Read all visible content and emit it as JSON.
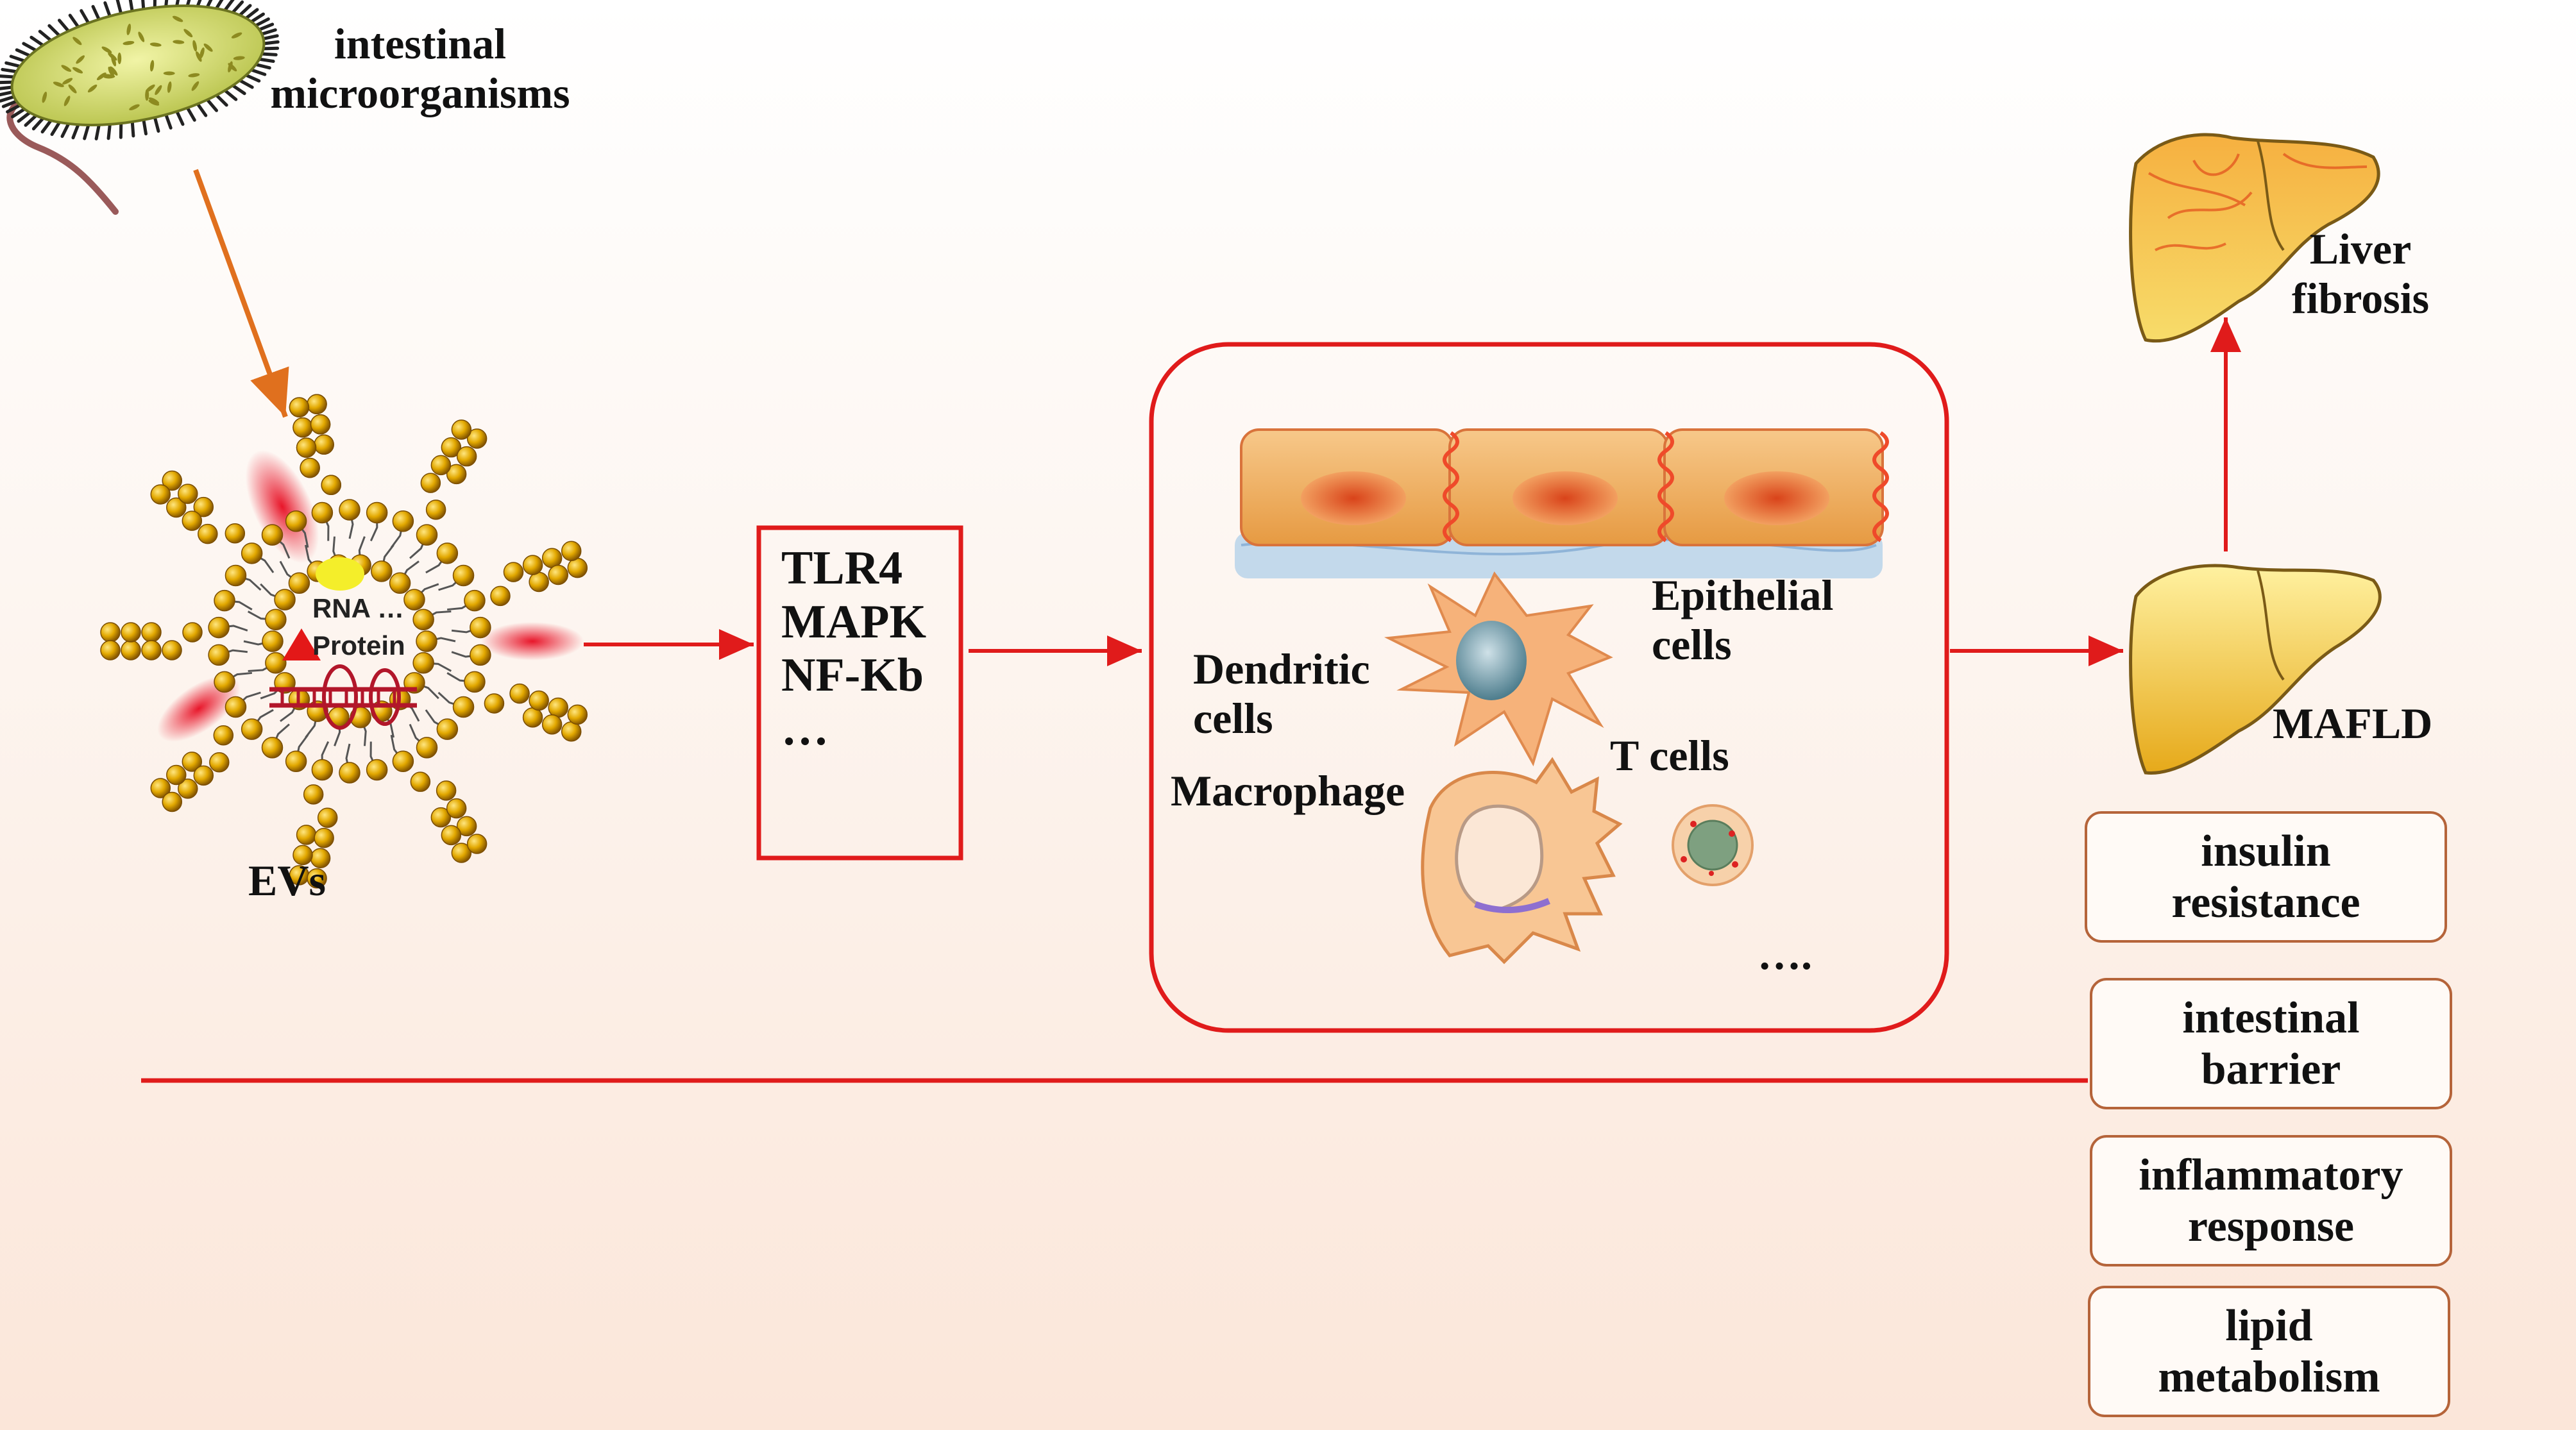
{
  "source": {
    "label_lines": [
      "intestinal",
      "microorganisms"
    ]
  },
  "ev": {
    "label": "EVs",
    "cargo_lines": [
      "RNA …",
      "Protein"
    ]
  },
  "pathways": {
    "lines": [
      "TLR4",
      "MAPK",
      "NF-Kb",
      "…"
    ]
  },
  "cells": {
    "epithelial_lines": [
      "Epithelial",
      "cells"
    ],
    "dendritic_lines": [
      "Dendritic",
      "cells"
    ],
    "macrophage": "Macrophage",
    "t_cells": "T cells",
    "more": "…."
  },
  "outcomes": {
    "mafld": "MAFLD",
    "fibrosis_lines": [
      "Liver",
      "fibrosis"
    ]
  },
  "effects": [
    {
      "lines": [
        "insulin",
        "resistance"
      ]
    },
    {
      "lines": [
        "intestinal",
        "barrier"
      ]
    },
    {
      "lines": [
        "inflammatory",
        "response"
      ]
    },
    {
      "lines": [
        "lipid",
        "metabolism"
      ]
    }
  ],
  "colors": {
    "arrow": "#e01b1b",
    "bead": "#e2a800",
    "bacterium": "#d8e070",
    "epithelium": "#f2b060",
    "liver": "#f5c640",
    "box_border": "#b5643a"
  }
}
